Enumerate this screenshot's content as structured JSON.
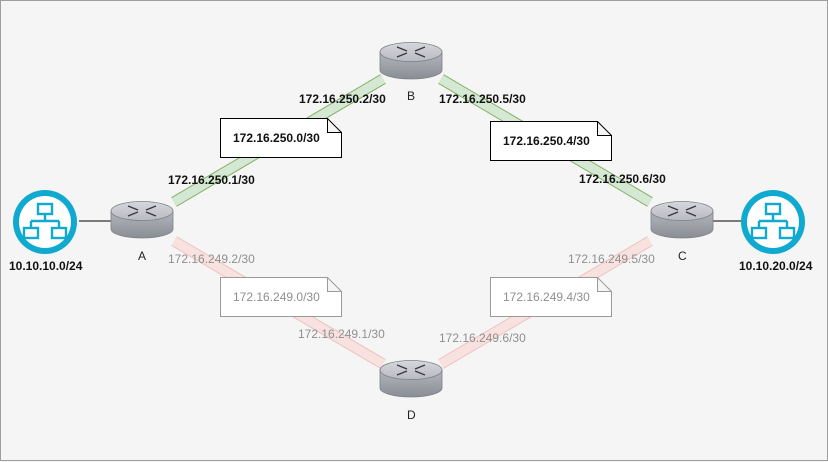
{
  "nodes": {
    "router_a": "A",
    "router_b": "B",
    "router_c": "C",
    "router_d": "D",
    "network_left": "10.10.10.0/24",
    "network_right": "10.10.20.0/24"
  },
  "links": {
    "ab": {
      "a_ip": "172.16.250.1/30",
      "b_ip": "172.16.250.2/30",
      "subnet": "172.16.250.0/30"
    },
    "bc": {
      "b_ip": "172.16.250.5/30",
      "c_ip": "172.16.250.6/30",
      "subnet": "172.16.250.4/30"
    },
    "ad": {
      "a_ip": "172.16.249.2/30",
      "d_ip": "172.16.249.1/30",
      "subnet": "172.16.249.0/30"
    },
    "dc": {
      "d_ip": "172.16.249.6/30",
      "c_ip": "172.16.249.5/30",
      "subnet": "172.16.249.4/30"
    }
  },
  "colors": {
    "active_link_fill": "#d5e8d4",
    "active_link_stroke": "#82b366",
    "backup_link_fill": "#f8cecc",
    "backup_link_stroke": "#e8a8a4",
    "network_icon": "#10a9cf",
    "router_body": "#9ea0a8"
  }
}
